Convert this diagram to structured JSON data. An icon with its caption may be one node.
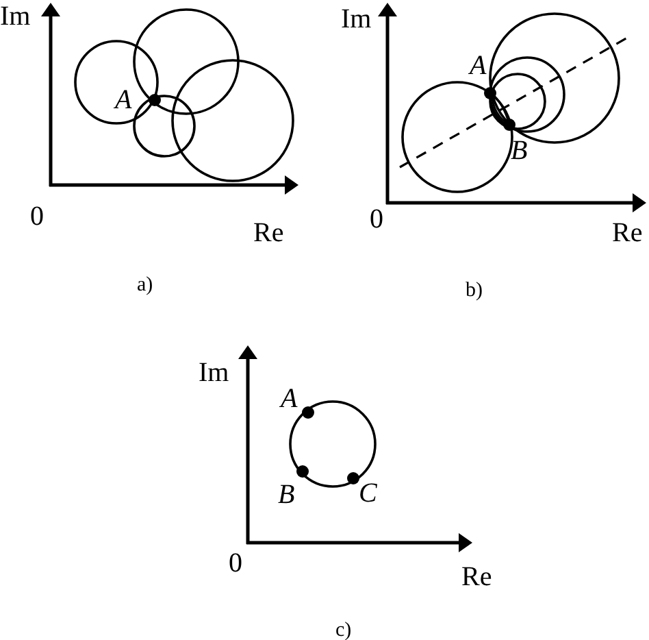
{
  "diagram": {
    "labels": [
      "Im",
      "A",
      "0",
      "Re",
      "a)",
      "Im",
      "A",
      "B",
      "0",
      "Re",
      "b)",
      "Im",
      "A",
      "B",
      "C",
      "0",
      "Re",
      "c)"
    ]
  }
}
